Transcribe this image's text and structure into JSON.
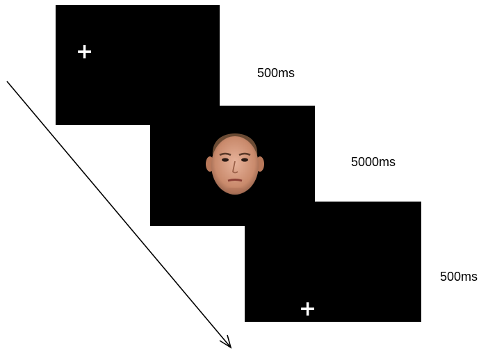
{
  "frames": [
    {
      "stimulus": "+",
      "duration": "500ms"
    },
    {
      "stimulus": "face",
      "duration": "5000ms"
    },
    {
      "stimulus": "+",
      "duration": "500ms"
    }
  ],
  "colors": {
    "screen": "#000000",
    "fixation": "#ffffff",
    "background": "#ffffff"
  }
}
